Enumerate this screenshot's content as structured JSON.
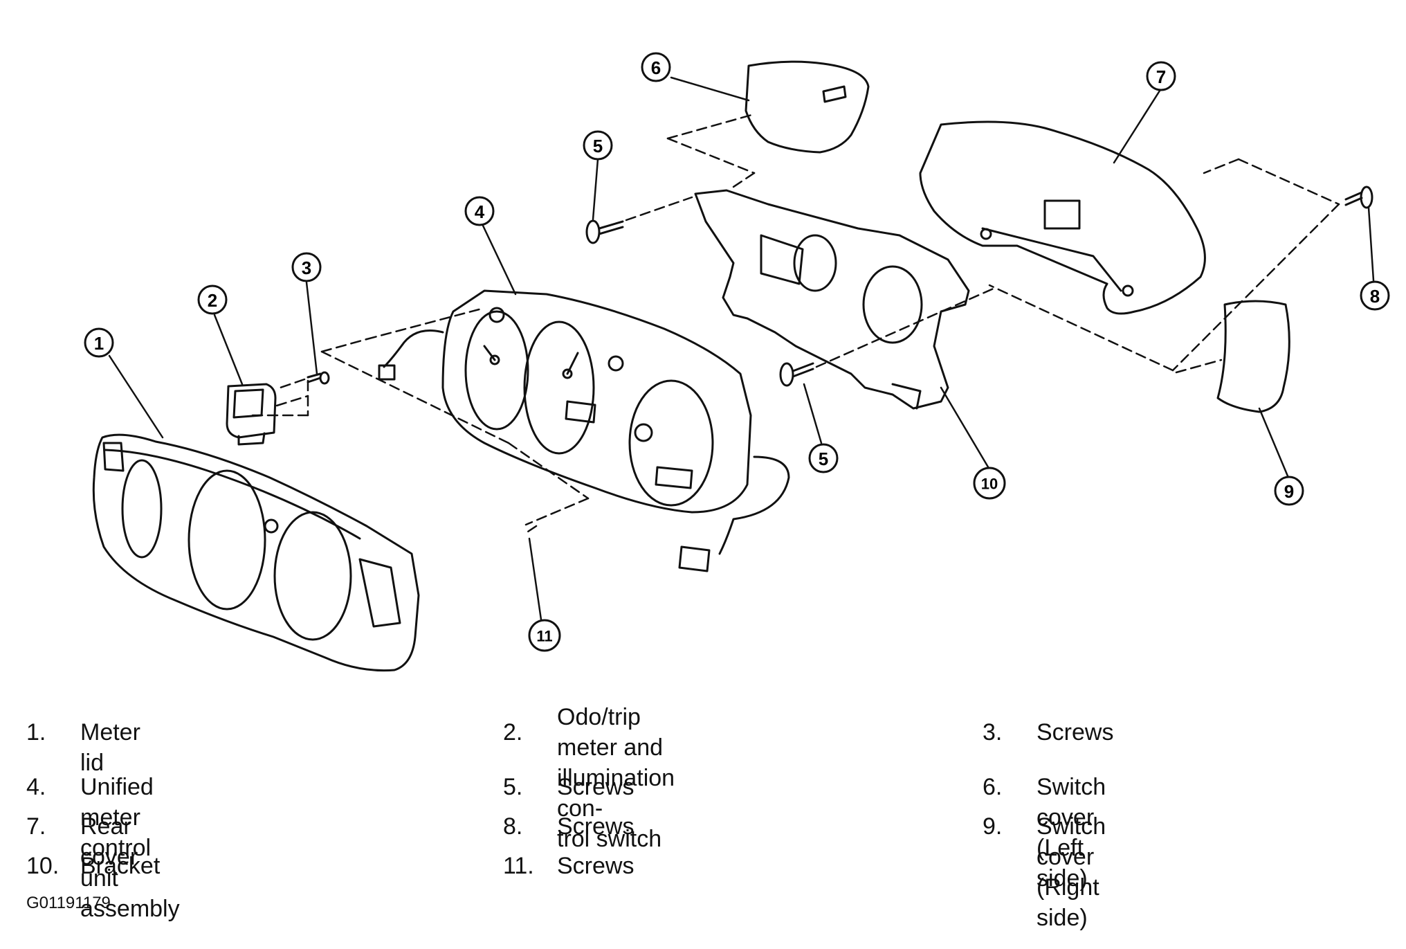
{
  "callouts": [
    {
      "id": "1",
      "text": "1"
    },
    {
      "id": "2",
      "text": "2"
    },
    {
      "id": "3",
      "text": "3"
    },
    {
      "id": "4",
      "text": "4"
    },
    {
      "id": "5a",
      "text": "5"
    },
    {
      "id": "5b",
      "text": "5"
    },
    {
      "id": "6",
      "text": "6"
    },
    {
      "id": "7",
      "text": "7"
    },
    {
      "id": "8",
      "text": "8"
    },
    {
      "id": "9",
      "text": "9"
    },
    {
      "id": "10",
      "text": "10"
    },
    {
      "id": "11",
      "text": "11"
    }
  ],
  "legend": [
    {
      "num": "1.",
      "label": "Meter lid"
    },
    {
      "num": "2.",
      "label": "Odo/trip meter and illumination con-\ntrol switch"
    },
    {
      "num": "3.",
      "label": "Screws"
    },
    {
      "num": "4.",
      "label": "Unified meter control unit assembly"
    },
    {
      "num": "5.",
      "label": "Screws"
    },
    {
      "num": "6.",
      "label": "Switch cover (Left side)"
    },
    {
      "num": "7.",
      "label": "Rear cover"
    },
    {
      "num": "8.",
      "label": "Screws"
    },
    {
      "num": "9.",
      "label": "Switch cover (Right side)"
    },
    {
      "num": "10.",
      "label": "Bracket"
    },
    {
      "num": "11.",
      "label": "Screws"
    }
  ],
  "figure_id": "G01191179"
}
